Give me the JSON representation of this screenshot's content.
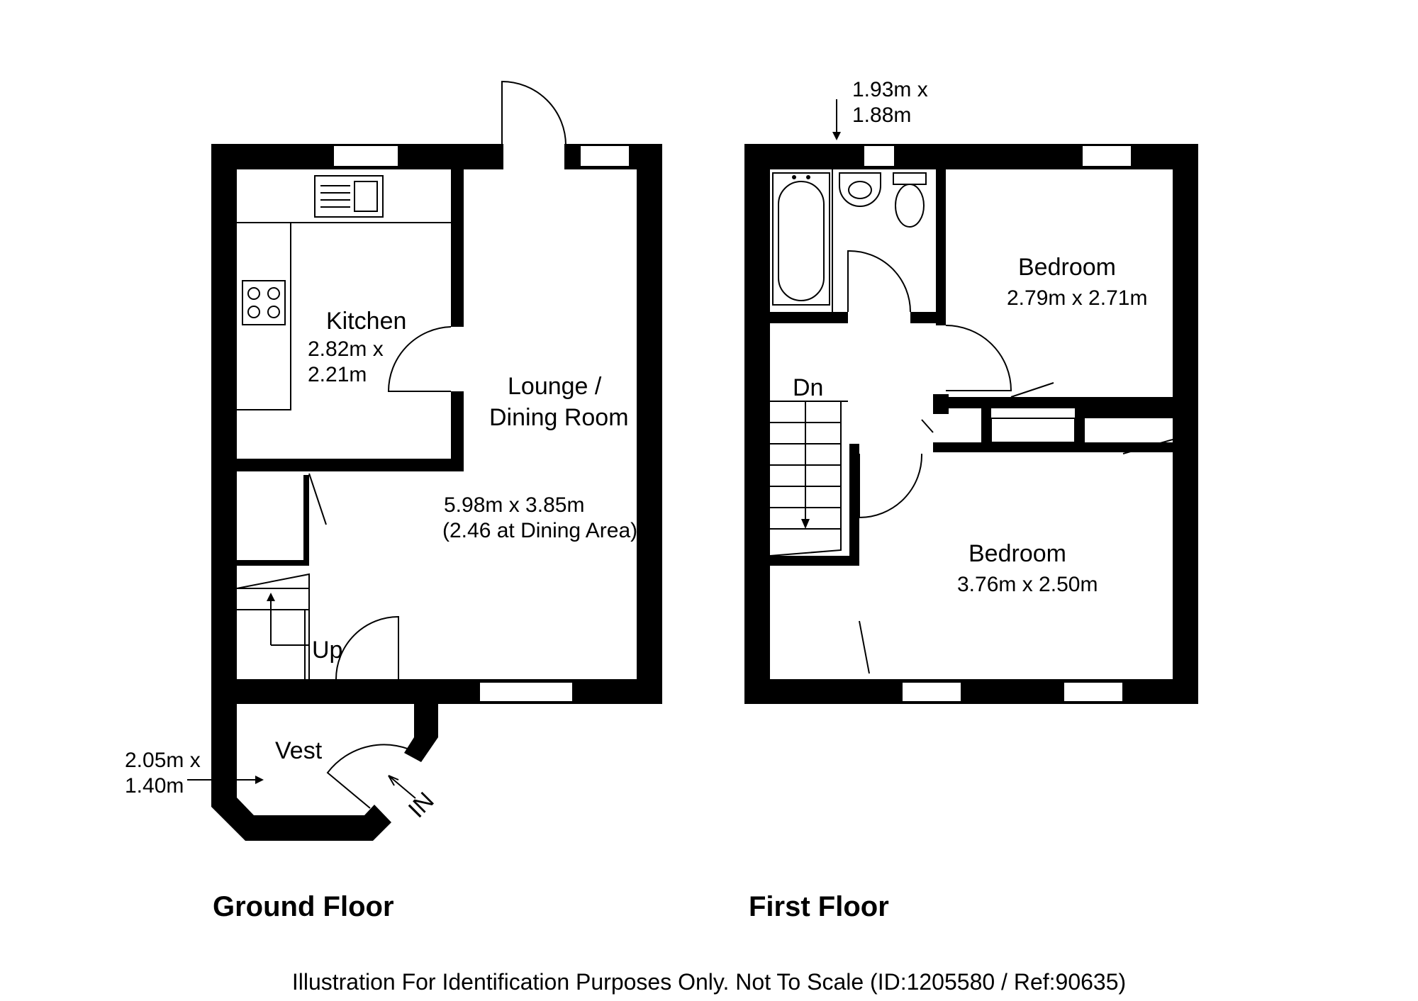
{
  "ground_floor": {
    "title": "Ground Floor",
    "kitchen": {
      "name": "Kitchen",
      "dim_line1": "2.82m x",
      "dim_line2": "2.21m"
    },
    "lounge": {
      "name_line1": "Lounge /",
      "name_line2": "Dining Room",
      "dim_line1": "5.98m x 3.85m",
      "dim_line2": "(2.46 at Dining Area)"
    },
    "vestibule": {
      "name": "Vest",
      "dim_line1": "2.05m x",
      "dim_line2": "1.40m"
    },
    "stairs_label": "Up",
    "entrance_label": "IN"
  },
  "first_floor": {
    "title": "First Floor",
    "bathroom": {
      "dim_line1": "1.93m x",
      "dim_line2": "1.88m"
    },
    "bedroom_1": {
      "name": "Bedroom",
      "dim": "2.79m x 2.71m"
    },
    "bedroom_2": {
      "name": "Bedroom",
      "dim": "3.76m x 2.50m"
    },
    "stairs_label": "Dn"
  },
  "footer": "Illustration For Identification Purposes Only. Not To Scale (ID:1205580 / Ref:90635)"
}
